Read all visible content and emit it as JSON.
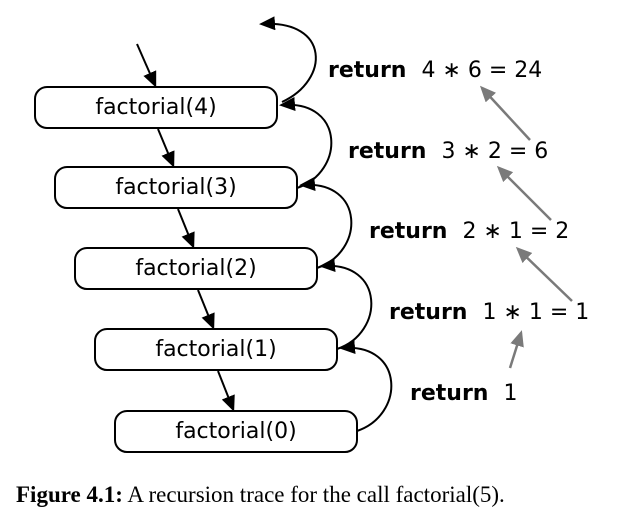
{
  "calls": [
    {
      "label": "factorial(4)"
    },
    {
      "label": "factorial(3)"
    },
    {
      "label": "factorial(2)"
    },
    {
      "label": "factorial(1)"
    },
    {
      "label": "factorial(0)"
    }
  ],
  "returns": [
    {
      "keyword": "return",
      "expr": "4 ∗ 6 = 24"
    },
    {
      "keyword": "return",
      "expr": "3 ∗ 2 = 6"
    },
    {
      "keyword": "return",
      "expr": "2 ∗ 1 = 2"
    },
    {
      "keyword": "return",
      "expr": "1 ∗ 1 = 1"
    },
    {
      "keyword": "return",
      "expr": "1"
    }
  ],
  "caption": {
    "figure": "Figure 4.1:",
    "text": "A recursion trace for the call factorial(5)."
  },
  "colors": {
    "call_arrow": "#000000",
    "return_value_arrow": "#7a7a7a"
  }
}
